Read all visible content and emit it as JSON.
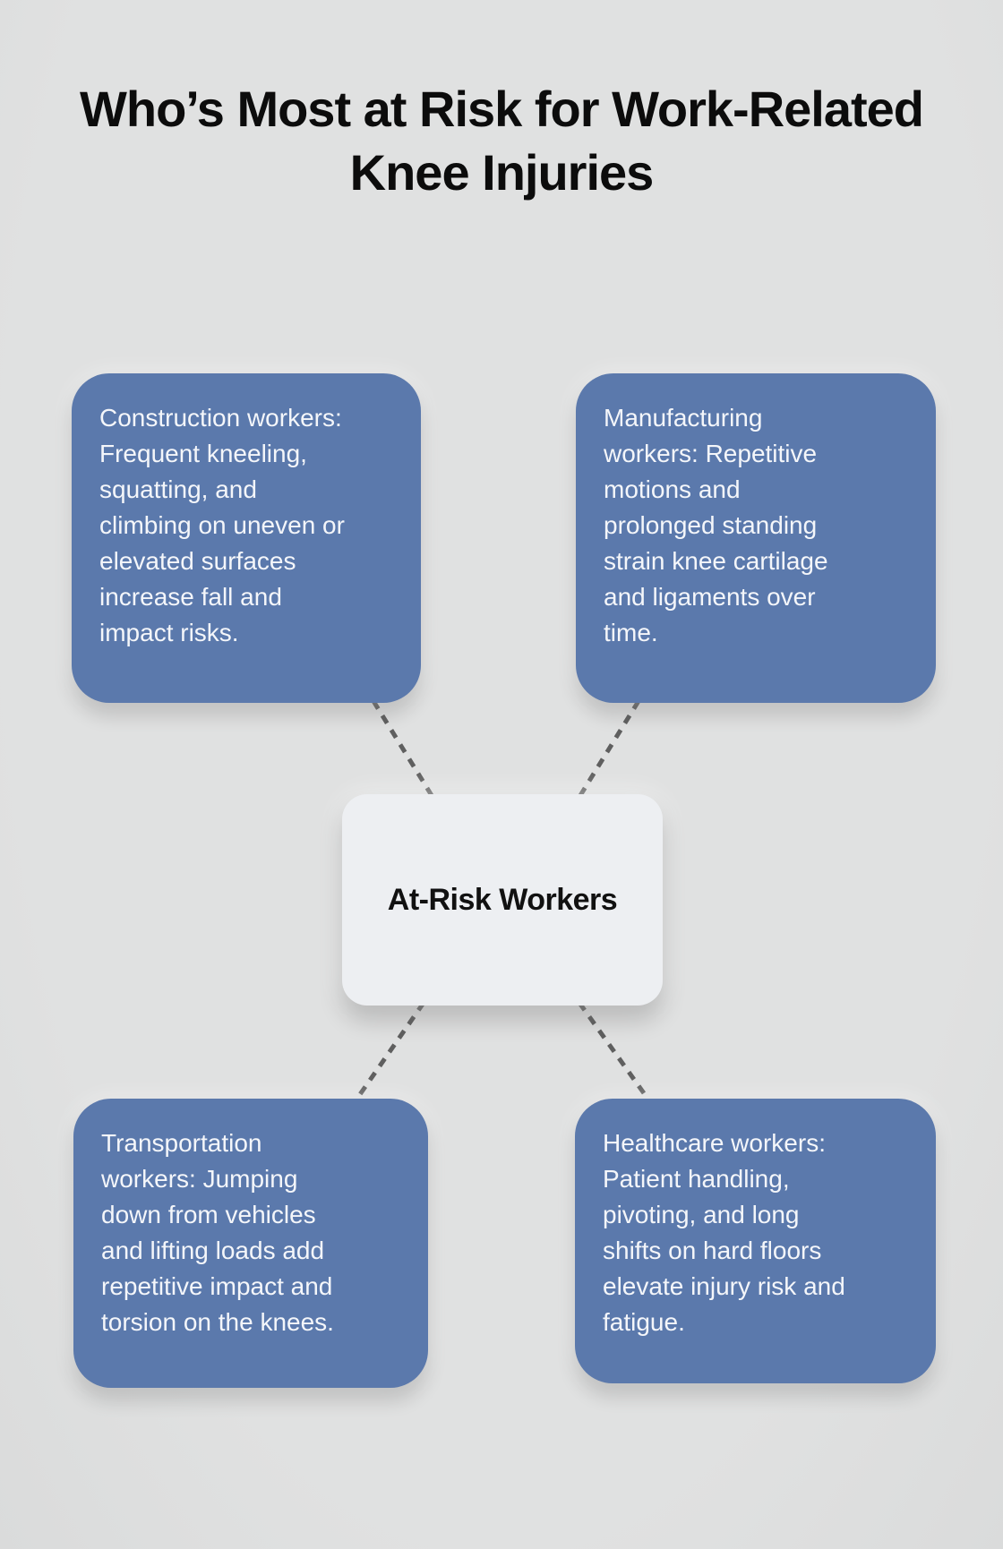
{
  "page": {
    "title": "Who’s Most at Risk for Work-Related Knee Injuries"
  },
  "colors": {
    "background": "#e0e1e1",
    "title_text": "#0c0c0c",
    "node_blue": "#5b79ac",
    "node_text": "#f4f6fa",
    "center_bg": "#edeff2",
    "center_text": "#111111",
    "connector": "#5f5f5f"
  },
  "diagram": {
    "center": {
      "label": "At-Risk Workers"
    },
    "nodes": [
      {
        "id": "construction-workers",
        "text": "Construction workers:\nFrequent kneeling,\nsquatting, and\nclimbing on uneven or\nelevated surfaces\nincrease fall and\nimpact risks."
      },
      {
        "id": "manufacturing-workers",
        "text": "Manufacturing\nworkers: Repetitive\nmotions and\nprolonged standing\nstrain knee cartilage\nand ligaments over\ntime."
      },
      {
        "id": "transportation-workers",
        "text": "Transportation\nworkers: Jumping\ndown from vehicles\nand lifting loads add\nrepetitive impact and\ntorsion on the knees."
      },
      {
        "id": "healthcare-workers",
        "text": "Healthcare workers:\nPatient handling,\npivoting, and long\nshifts on hard floors\nelevate injury risk and\nfatigue."
      }
    ]
  }
}
